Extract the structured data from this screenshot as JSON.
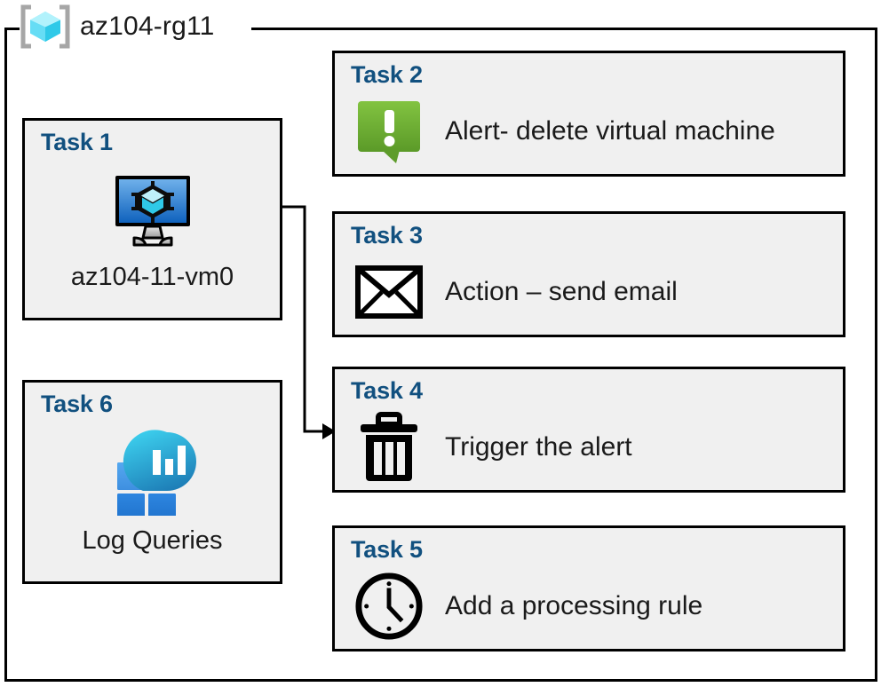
{
  "resource_group": {
    "name": "az104-rg11",
    "icon": "resource-group-cube-icon"
  },
  "cards": [
    {
      "id": "task1",
      "label": "Task 1",
      "caption": "az104-11-vm0",
      "icon": "virtual-machine-icon",
      "layout": "vertical"
    },
    {
      "id": "task2",
      "label": "Task 2",
      "caption": "Alert- delete virtual machine",
      "icon": "alert-exclamation-icon",
      "layout": "horizontal"
    },
    {
      "id": "task3",
      "label": "Task 3",
      "caption": "Action – send email",
      "icon": "email-envelope-icon",
      "layout": "horizontal"
    },
    {
      "id": "task4",
      "label": "Task 4",
      "caption": "Trigger the alert",
      "icon": "trash-delete-icon",
      "layout": "horizontal"
    },
    {
      "id": "task5",
      "label": "Task 5",
      "caption": "Add a processing rule",
      "icon": "clock-icon",
      "layout": "horizontal"
    },
    {
      "id": "task6",
      "label": "Task 6",
      "caption": "Log Queries",
      "icon": "log-analytics-icon",
      "layout": "vertical"
    }
  ],
  "connector": {
    "from": "task1-virtual-machine-icon",
    "to": "task4-card",
    "arrow": "arrow-right"
  },
  "colors": {
    "task_label": "#11507F",
    "card_fill": "#F0F0F0",
    "card_border": "#000000",
    "alert_green_light": "#7CC242",
    "alert_green_dark": "#5B9A2A",
    "vm_blue_light": "#63A2E0",
    "vm_blue_dark": "#1565C0",
    "log_cyan": "#32CBEB",
    "log_blue": "#2A7DD1",
    "rg_cube_cyan": "#4FE2F5",
    "rg_bracket_gray": "#A6A6A6",
    "text": "#1A1A1A"
  }
}
